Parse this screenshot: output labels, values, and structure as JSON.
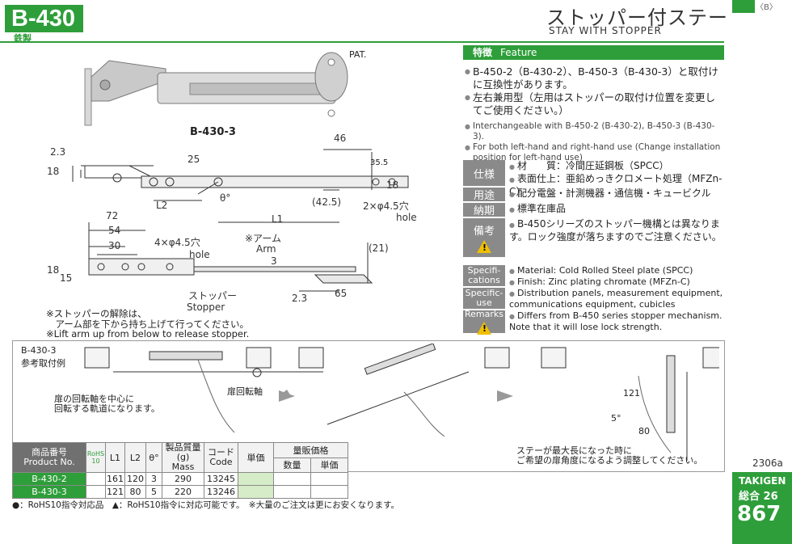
{
  "header": {
    "product_no": "B-430",
    "material": "鉄製",
    "title_jp": "ストッパー付ステー",
    "title_en": "STAY WITH STOPPER",
    "corner": "〈B〉"
  },
  "photo": {
    "pat": "PAT.",
    "caption": "B-430-3"
  },
  "feature": {
    "label_jp": "特徴",
    "label_en": "Feature",
    "jp": [
      "B-450-2（B-430-2）、B-450-3（B-430-3）と取付けに互換性があります。",
      "左右兼用型（左用はストッパーの取付け位置を変更してご使用ください。）"
    ],
    "en": [
      "Interchangeable with B-450-2 (B-430-2), B-450-3 (B-430-3).",
      "For both left-hand and right-hand use (Change installation position for left-hand use)"
    ]
  },
  "specs": {
    "spec_label": "仕様",
    "spec_lines": [
      "材　　質：冷間圧延鋼板（SPCC）",
      "表面仕上：亜鉛めっきクロメート処理（MFZn-C）"
    ],
    "use_label": "用途",
    "use_value": "配分電盤・計測機器・通信機・キュービクル",
    "delivery_label": "納期",
    "delivery_value": "標準在庫品",
    "remark_label": "備考",
    "remark_value": "B-450シリーズのストッパー機構とは異なります。ロック強度が落ちますのでご注意ください。",
    "spec_label_en": "Specifi-cations",
    "spec_lines_en": [
      "Material: Cold Rolled Steel plate (SPCC)",
      "Finish: Zinc plating chromate (MFZn-C)"
    ],
    "use_label_en": "Specific-use",
    "use_value_en": "Distribution panels, measurement equipment, communications equipment, cubicles",
    "remark_label_en": "Remarks",
    "remark_value_en": "Differs from B-450 series stopper mechanism. Note that it will lose lock strength."
  },
  "drawing": {
    "dims": {
      "d23": "2.3",
      "d18a": "18",
      "d25": "25",
      "d46": "46",
      "d355": "35.5",
      "d18b": "18",
      "theta": "θ°",
      "l2": "L2",
      "l1": "L1",
      "d425": "(42.5)",
      "holes2": "2×φ4.5穴",
      "hole": "hole",
      "d72": "72",
      "d54": "54",
      "d30": "30",
      "holes4": "4×φ4.5穴",
      "hole2": "hole",
      "arm_jp": "※アーム",
      "arm_en": "Arm",
      "d3": "3",
      "d21": "(21)",
      "d18c": "18",
      "d15": "15",
      "d23b": "2.3",
      "d65": "65",
      "stopper_jp": "ストッパー",
      "stopper_en": "Stopper"
    },
    "notes": [
      "※ストッパーの解除は、",
      "　アーム部を下から持ち上げて行ってください。",
      "※Lift arm up from below to release stopper."
    ]
  },
  "mounting": {
    "label": "B-430-3",
    "sub": "参考取付例",
    "note1": "扉の回転軸を中心に",
    "note2": "回転する軌道になります。",
    "hinge": "扉回転軸",
    "d121": "121",
    "d80": "80",
    "d5": "5°",
    "note3": "ステーが最大長になった時に",
    "note4": "ご希望の扉角度になるよう調整してください。"
  },
  "table": {
    "h_product_jp": "商品番号",
    "h_product_en": "Product No.",
    "h_rohs": "RoHS",
    "h_rohs2": "10",
    "h_l1": "L1",
    "h_l2": "L2",
    "h_theta": "θ°",
    "h_mass_jp": "製品質量(g)",
    "h_mass_en": "Mass",
    "h_code_jp": "コード",
    "h_code_en": "Code",
    "h_unit": "単価",
    "h_bulk": "量販価格",
    "h_qty": "数量",
    "h_unitp": "単価",
    "rows": [
      {
        "pn": "B-430-2",
        "l1": "161",
        "l2": "120",
        "theta": "3",
        "mass": "290",
        "code": "13245"
      },
      {
        "pn": "B-430-3",
        "l1": "121",
        "l2": "80",
        "theta": "5",
        "mass": "220",
        "code": "13246"
      }
    ],
    "legend": "●：RoHS10指令対応品　▲：RoHS10指令に対応可能です。　※大量のご注文は更にお安くなります。"
  },
  "footer": {
    "code": "2306a",
    "brand": "TAKIGEN",
    "sogo": "総合",
    "sogo_no": "26",
    "page": "867"
  }
}
